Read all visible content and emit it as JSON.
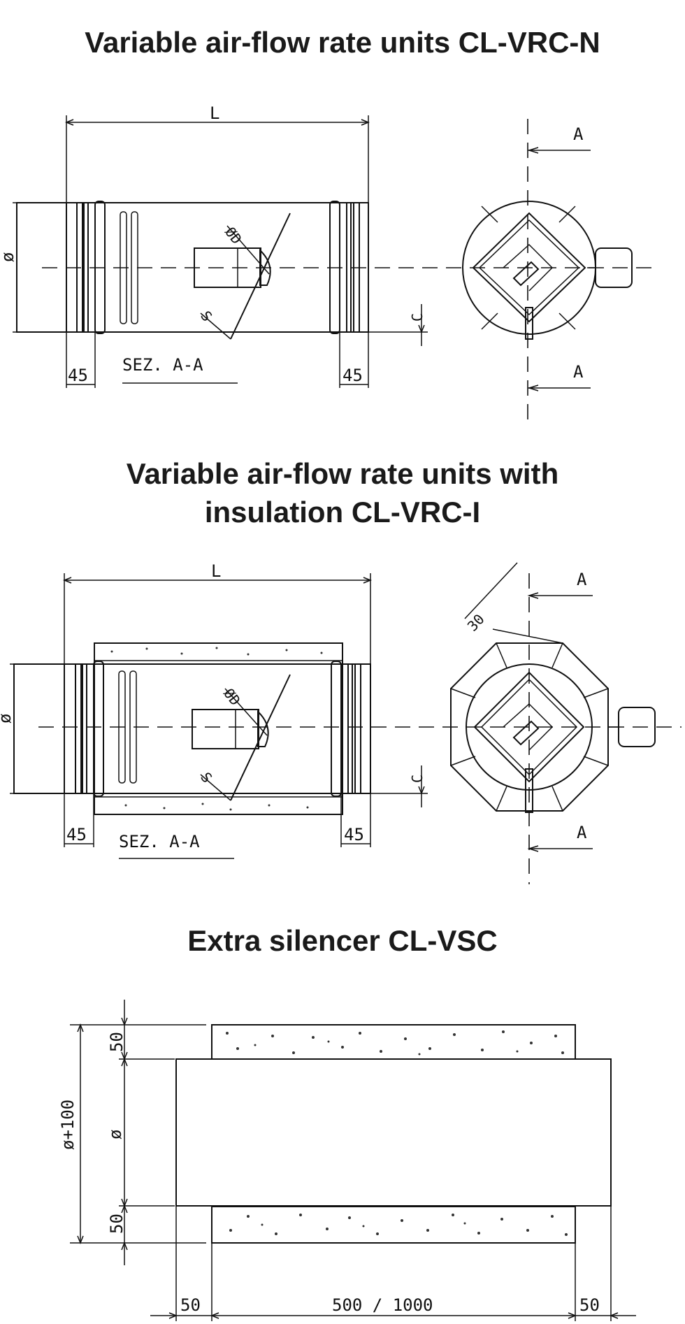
{
  "titles": {
    "vrc_n": "Variable air-flow rate units CL-VRC-N",
    "vrc_i_line1": "Variable air-flow rate units with",
    "vrc_i_line2": "insulation CL-VRC-I",
    "vsc": "Extra silencer CL-VSC"
  },
  "drawing1": {
    "length_label": "L",
    "diameter_label": "ø",
    "c_label": "C",
    "flange_left": "45",
    "flange_right": "45",
    "section_label": "SEZ.  A-A",
    "section_mark_top": "A",
    "section_mark_bottom": "A",
    "dp_label": "ØD",
    "s_label": "S"
  },
  "drawing2": {
    "length_label": "L",
    "diameter_label": "ø",
    "c_label": "C",
    "flange_left": "45",
    "flange_right": "45",
    "section_label": "SEZ.  A-A",
    "section_mark_top": "A",
    "section_mark_bottom": "A",
    "insulation_label": "30",
    "dp_label": "ØD",
    "s_label": "S"
  },
  "drawing3": {
    "outer_diameter_label": "ø+100",
    "inner_diameter_label": "ø",
    "insulation_top": "50",
    "insulation_bottom": "50",
    "end_left": "50",
    "middle_length": "500 / 1000",
    "end_right": "50"
  }
}
